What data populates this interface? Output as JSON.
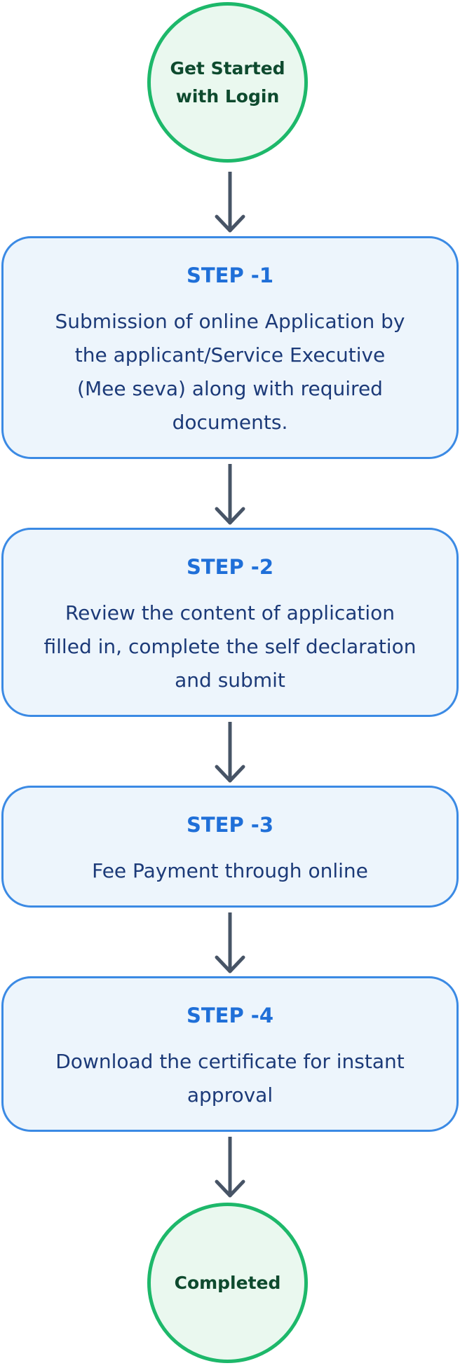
{
  "flowchart": {
    "start": {
      "label": "Get Started\nwith Login"
    },
    "steps": [
      {
        "title": "STEP -1",
        "description": "Submission of online Application by\nthe applicant/Service Executive\n(Mee seva) along with required\ndocuments."
      },
      {
        "title": "STEP -2",
        "description": "Review the content of application\nfilled in, complete the self declaration\nand submit"
      },
      {
        "title": "STEP -3",
        "description": "Fee Payment through online"
      },
      {
        "title": "STEP -4",
        "description": "Download the certificate for instant\napproval"
      }
    ],
    "end": {
      "label": "Completed"
    }
  },
  "colors": {
    "terminal_border": "#1db86a",
    "terminal_fill": "#eaf8ef",
    "terminal_text": "#0e4a2e",
    "step_border": "#3b8ae4",
    "step_fill": "#edf5fc",
    "step_title": "#1f6fd8",
    "step_text": "#1c3a78",
    "arrow": "#475466"
  }
}
